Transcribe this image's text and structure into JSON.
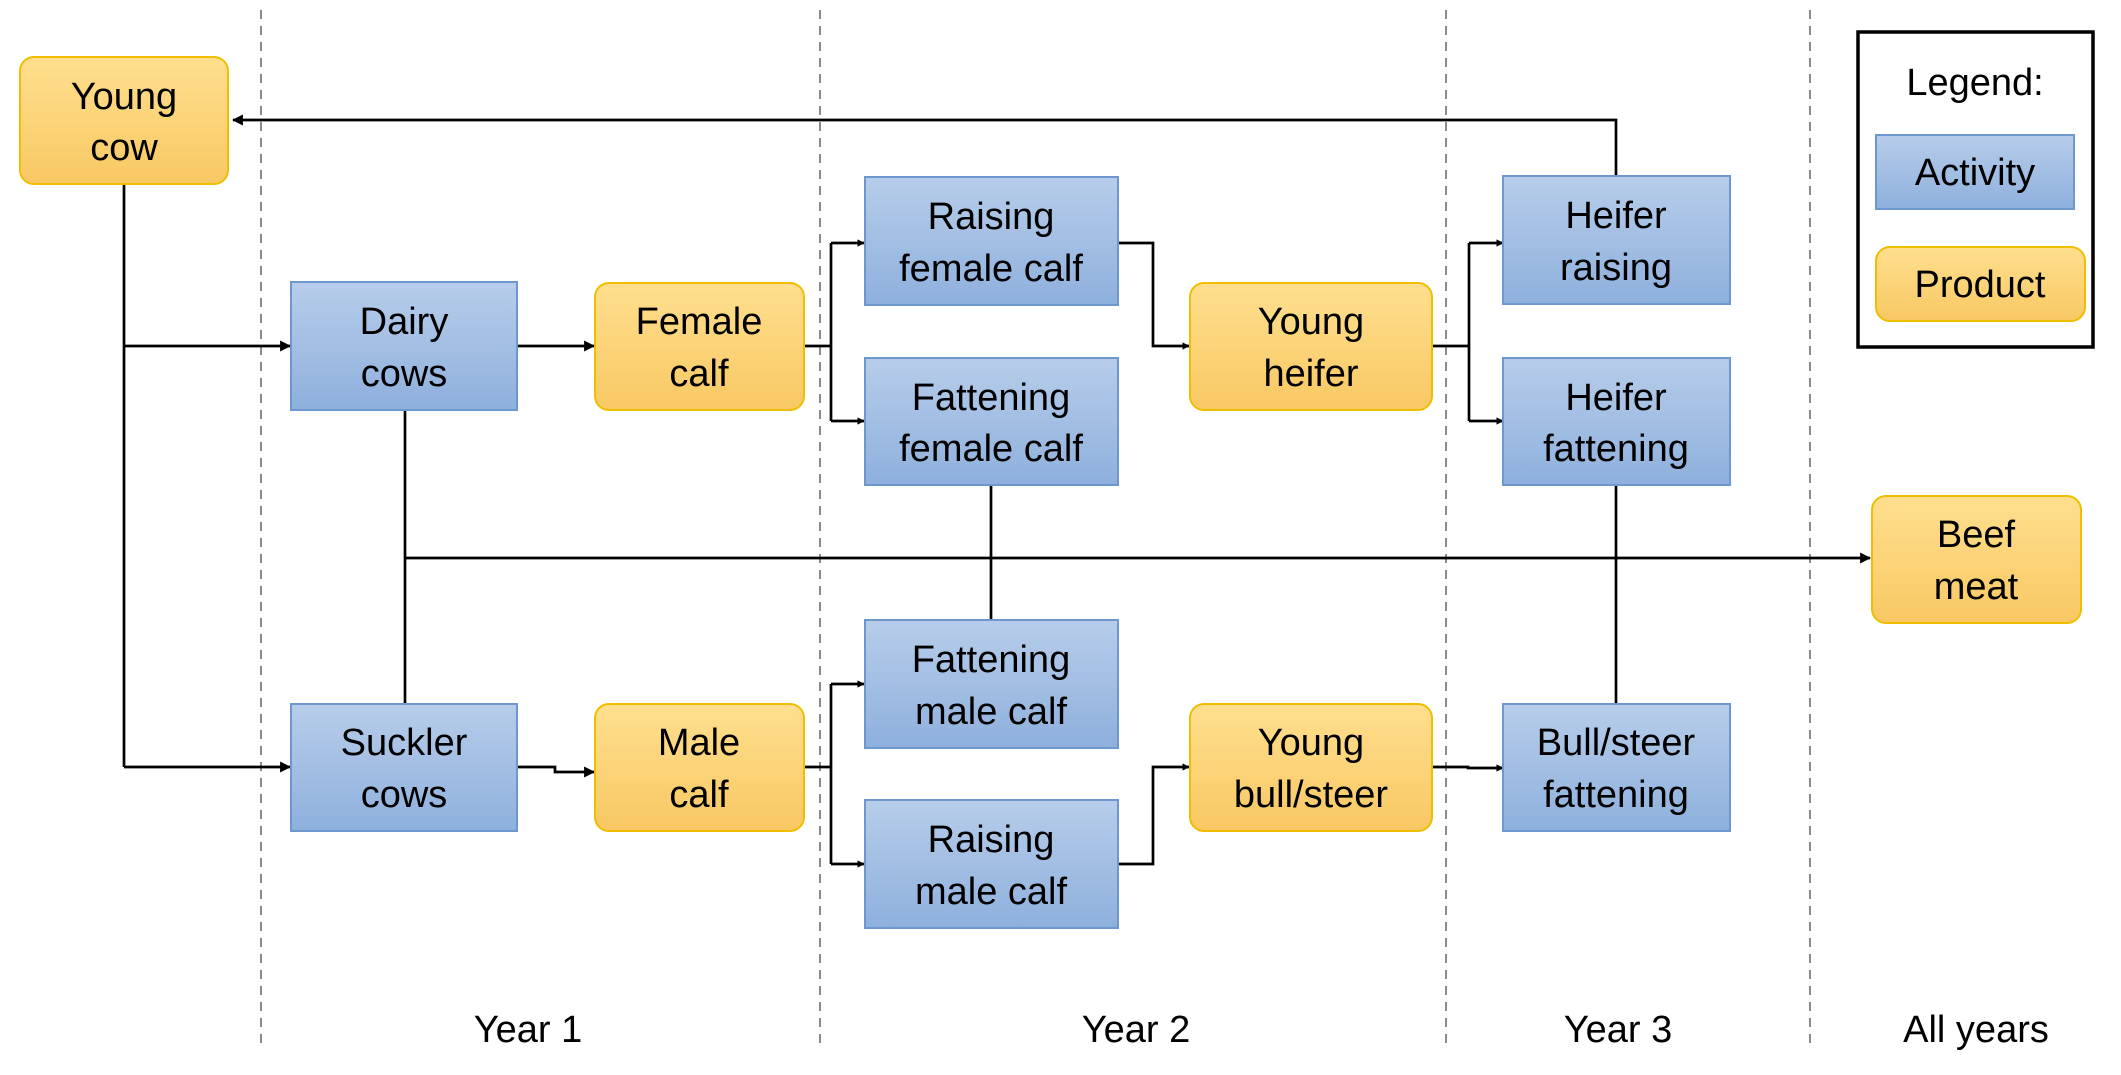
{
  "colors": {
    "activity_fill_top": "#b7cdea",
    "activity_fill_bottom": "#8eb0dd",
    "activity_stroke": "#6d97cf",
    "product_fill_top": "#ffdf8e",
    "product_fill_bottom": "#f8c863",
    "product_stroke": "#f0be00",
    "line": "#000000",
    "divider": "#8c8c8c"
  },
  "nodes": {
    "young_cow": {
      "kind": "product",
      "lines": [
        "Young",
        "cow"
      ]
    },
    "dairy_cows": {
      "kind": "activity",
      "lines": [
        "Dairy",
        "cows"
      ]
    },
    "suckler_cows": {
      "kind": "activity",
      "lines": [
        "Suckler",
        "cows"
      ]
    },
    "female_calf": {
      "kind": "product",
      "lines": [
        "Female",
        "calf"
      ]
    },
    "male_calf": {
      "kind": "product",
      "lines": [
        "Male",
        "calf"
      ]
    },
    "raising_female_calf": {
      "kind": "activity",
      "lines": [
        "Raising",
        "female calf"
      ]
    },
    "fattening_female_calf": {
      "kind": "activity",
      "lines": [
        "Fattening",
        "female calf"
      ]
    },
    "fattening_male_calf": {
      "kind": "activity",
      "lines": [
        "Fattening",
        "male calf"
      ]
    },
    "raising_male_calf": {
      "kind": "activity",
      "lines": [
        "Raising",
        "male calf"
      ]
    },
    "young_heifer": {
      "kind": "product",
      "lines": [
        "Young",
        "heifer"
      ]
    },
    "young_bull_steer": {
      "kind": "product",
      "lines": [
        "Young",
        "bull/steer"
      ]
    },
    "heifer_raising": {
      "kind": "activity",
      "lines": [
        "Heifer",
        "raising"
      ]
    },
    "heifer_fattening": {
      "kind": "activity",
      "lines": [
        "Heifer",
        "fattening"
      ]
    },
    "bull_steer_fattening": {
      "kind": "activity",
      "lines": [
        "Bull/steer",
        "fattening"
      ]
    },
    "beef_meat": {
      "kind": "product",
      "lines": [
        "Beef",
        "meat"
      ]
    }
  },
  "legend": {
    "title": "Legend:",
    "activity_label": "Activity",
    "product_label": "Product"
  },
  "years": [
    "Year 1",
    "Year 2",
    "Year 3",
    "All years"
  ]
}
